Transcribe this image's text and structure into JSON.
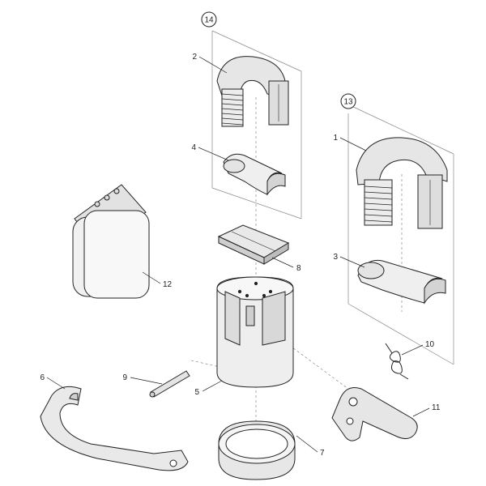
{
  "colors": {
    "line": "#222222",
    "light_fill": "#f2f2f2",
    "mid_fill": "#e2e2e2",
    "dark_fill": "#cfcfcf"
  },
  "groups": [
    {
      "id": "group-14",
      "label": "14"
    },
    {
      "id": "group-13",
      "label": "13"
    }
  ],
  "parts": [
    {
      "id": "part-1",
      "label": "1"
    },
    {
      "id": "part-2",
      "label": "2"
    },
    {
      "id": "part-3",
      "label": "3"
    },
    {
      "id": "part-4",
      "label": "4"
    },
    {
      "id": "part-5",
      "label": "5"
    },
    {
      "id": "part-6",
      "label": "6"
    },
    {
      "id": "part-7",
      "label": "7"
    },
    {
      "id": "part-8",
      "label": "8"
    },
    {
      "id": "part-9",
      "label": "9"
    },
    {
      "id": "part-10",
      "label": "10"
    },
    {
      "id": "part-11",
      "label": "11"
    },
    {
      "id": "part-12",
      "label": "12"
    }
  ]
}
